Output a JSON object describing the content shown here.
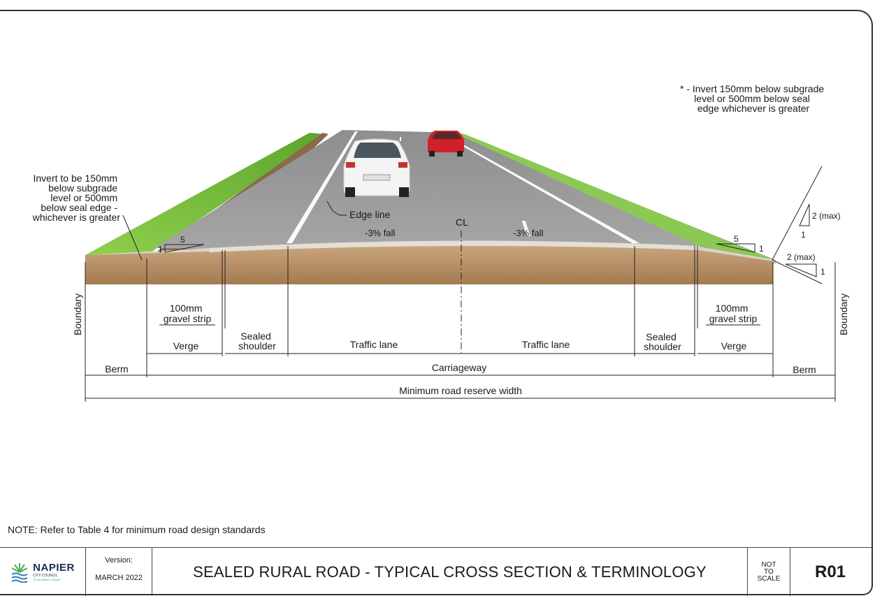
{
  "labels": {
    "invert_left_1": "Invert to be 150mm",
    "invert_left_2": "below subgrade",
    "invert_left_3": "level or 500mm",
    "invert_left_4": "below seal edge -",
    "invert_left_5": "whichever is greater",
    "invert_right_1": "* - Invert 150mm below subgrade",
    "invert_right_2": "level or 500mm below seal",
    "invert_right_3": "edge whichever is greater",
    "edge_line": "Edge line",
    "cl": "CL",
    "fall_left": "-3% fall",
    "fall_right": "-3% fall",
    "slope_left_run": "5",
    "slope_left_rise": "1",
    "slope_right_run": "5",
    "slope_right_rise": "1",
    "batter_top_rise": "2 (max)",
    "batter_top_run": "1",
    "batter_bottom_run": "2 (max)",
    "batter_bottom_rise": "1",
    "boundary_left": "Boundary",
    "boundary_right": "Boundary",
    "gravel_left_1": "100mm",
    "gravel_left_2": "gravel strip",
    "gravel_right_1": "100mm",
    "gravel_right_2": "gravel strip",
    "verge_left": "Verge",
    "verge_right": "Verge",
    "shoulder_left_1": "Sealed",
    "shoulder_left_2": "shoulder",
    "shoulder_right_1": "Sealed",
    "shoulder_right_2": "shoulder",
    "traffic_left": "Traffic lane",
    "traffic_right": "Traffic lane",
    "berm_left": "Berm",
    "berm_right": "Berm",
    "carriageway": "Carriageway",
    "reserve": "Minimum road reserve width"
  },
  "note": "NOTE:   Refer to Table 4 for minimum road design standards",
  "titleblock": {
    "logo_name": "NAPIER",
    "logo_sub": "CITY COUNCIL",
    "logo_tag": "Te Kaunihera o Ahuriri",
    "version_label": "Version:",
    "version_value": "MARCH 2022",
    "title": "SEALED RURAL ROAD - TYPICAL CROSS SECTION & TERMINOLOGY",
    "scale_1": "NOT",
    "scale_2": "TO",
    "scale_3": "SCALE",
    "drawing_no": "R01"
  },
  "colors": {
    "grass": "#7cc242",
    "road": "#9a9a9a",
    "soil": "#b8936a",
    "gravel": "#d9d5cc",
    "car_white": "#f2f2f2",
    "car_red": "#d0202a",
    "logo_green": "#4caf50",
    "logo_blue": "#2c7fc1"
  }
}
